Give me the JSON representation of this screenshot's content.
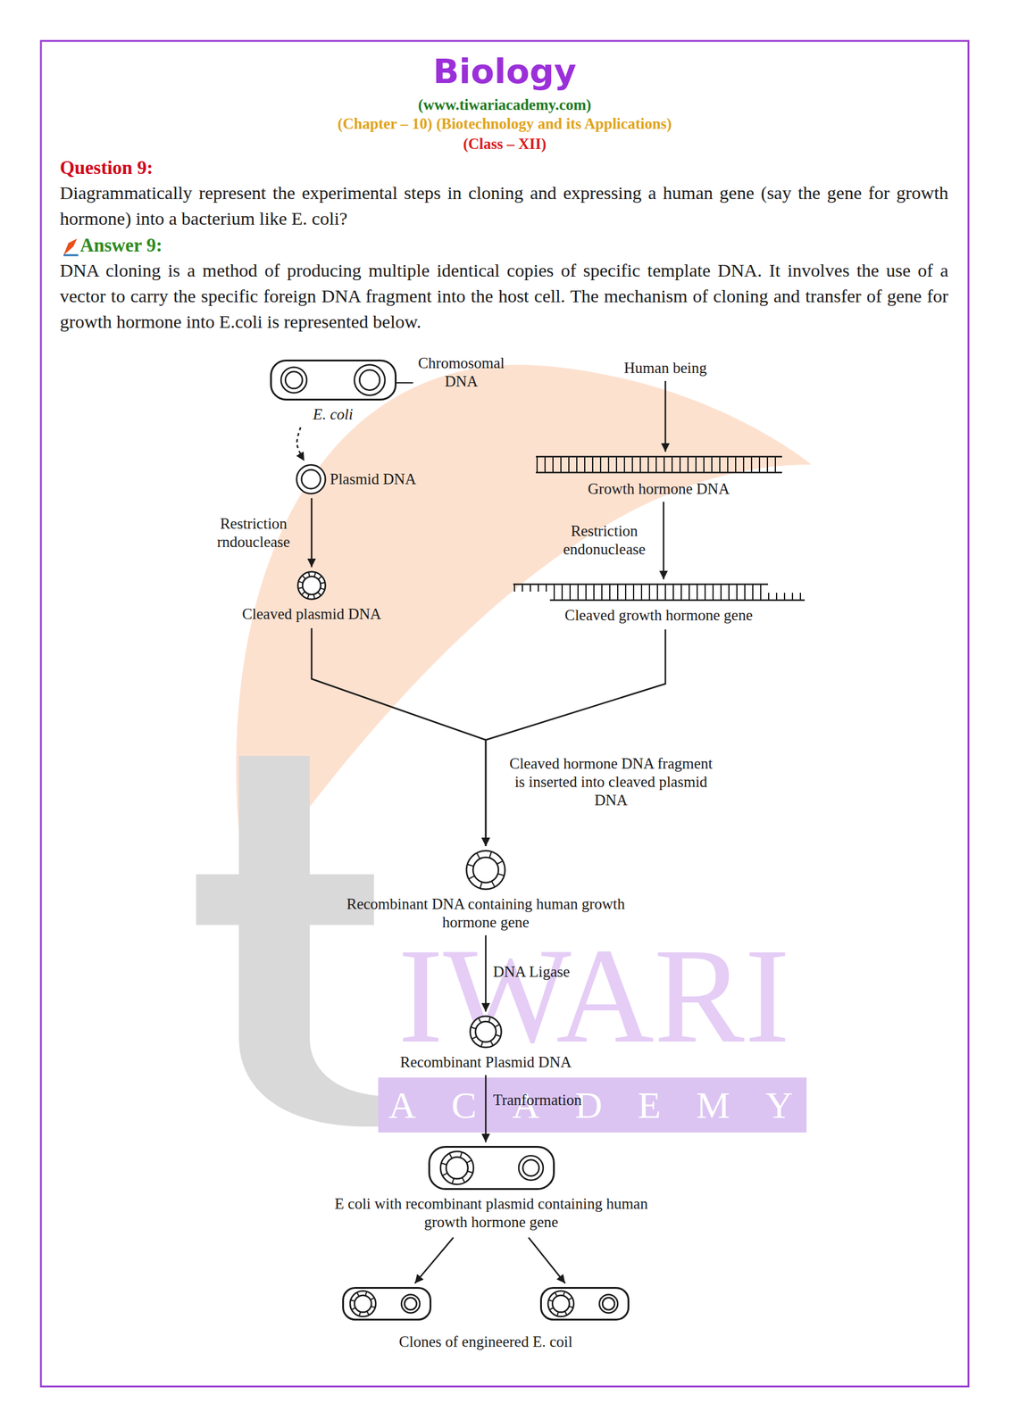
{
  "diagram": {
    "title": "Biology",
    "nodes": [
      {
        "text": [
          "E. coli"
        ]
      },
      {
        "text": [
          "Plasmid DNA"
        ]
      },
      {
        "text": [
          "Human being"
        ]
      },
      {
        "text": [
          "Growth hormone DNA"
        ]
      },
      {
        "text": [
          "Cleaved plasmid DNA"
        ]
      },
      {
        "text": [
          "Cleaved growth hormone gene"
        ]
      },
      {
        "text": [
          "Recombinant DNA containing human growth hormone gene"
        ]
      },
      {
        "text": [
          "Recombinant Plasmid DNA"
        ]
      },
      {
        "text": [
          "E coli with recombinant plasmid containing human growth hormone gene"
        ]
      },
      {
        "text": [
          "Clones of engineered E. coil"
        ]
      }
    ],
    "edges": [
      {
        "from": 0,
        "to": 1,
        "arrow": "to"
      },
      {
        "from": 1,
        "to": 4,
        "label": "Restriction rndouclease",
        "arrow": "to"
      },
      {
        "from": 2,
        "to": 3,
        "arrow": "to"
      },
      {
        "from": 3,
        "to": 5,
        "label": "Restriction endonuclease",
        "arrow": "to"
      },
      {
        "from": 4,
        "to": 6,
        "arrow": "to"
      },
      {
        "from": 5,
        "to": 6,
        "label": "Cleaved hormone DNA fragment is inserted into cleaved plasmid DNA",
        "arrow": "to"
      },
      {
        "from": 6,
        "to": 7,
        "label": "DNA Ligase",
        "arrow": "to"
      },
      {
        "from": 7,
        "to": 8,
        "label": "Tranformation",
        "arrow": "to"
      },
      {
        "from": 8,
        "to": 9,
        "arrow": "to"
      },
      {
        "from": 8,
        "to": 9,
        "arrow": "to"
      }
    ],
    "labels": [
      "(www.tiwariacademy.com)",
      "(Chapter – 10) (Biotechnology and its Applications)",
      "(Class – XII)",
      "Question 9:",
      "Diagrammatically represent the experimental steps in cloning and expressing a human gene (say the gene for growth hormone) into a bacterium like E. coli?",
      "Answer 9:",
      "DNA cloning is a method of producing multiple identical copies of specific template DNA. It involves the use of a vector to carry the specific foreign DNA fragment into the host cell. The mechanism of cloning and transfer of gene for growth hormone into E.coli is represented below.",
      "Chromosomal DNA",
      "IWARI",
      "ACADEMY"
    ]
  }
}
